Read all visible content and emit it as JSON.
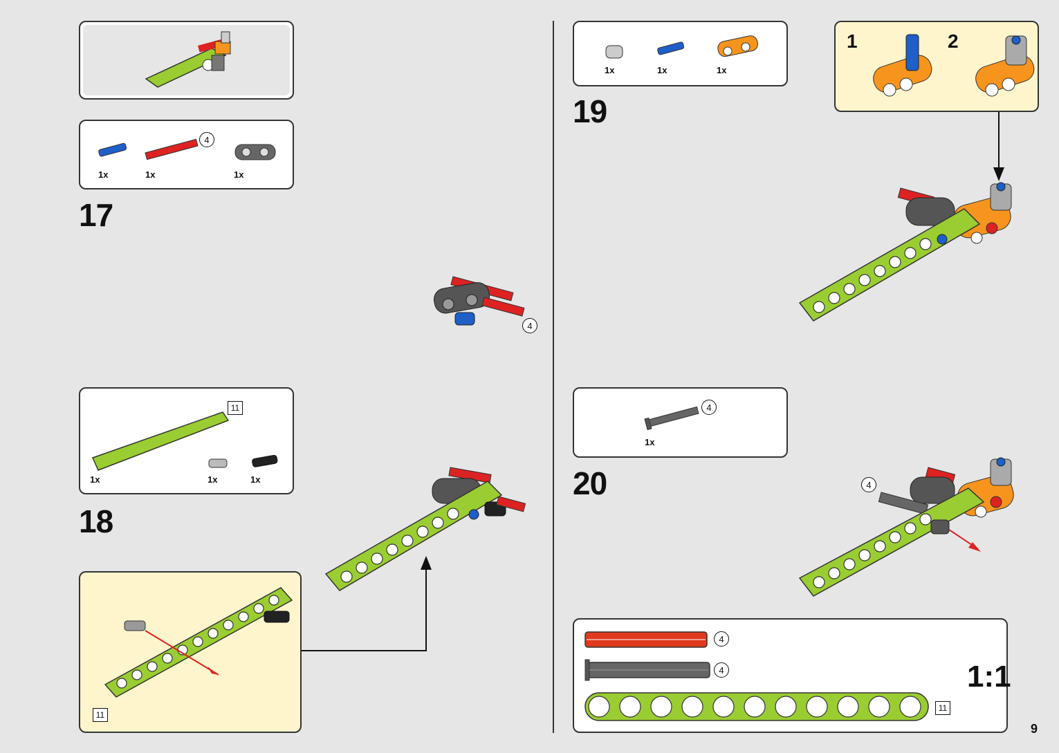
{
  "page_number": "9",
  "steps": [
    {
      "number": "17",
      "parts": [
        {
          "qty": "1x"
        },
        {
          "qty": "1x",
          "count_badge": "4"
        },
        {
          "qty": "1x"
        }
      ],
      "callout": "4"
    },
    {
      "number": "18",
      "parts": [
        {
          "qty": "1x",
          "count_badge": "11"
        },
        {
          "qty": "1x"
        },
        {
          "qty": "1x"
        }
      ],
      "sub_badge": "11"
    },
    {
      "number": "19",
      "parts": [
        {
          "qty": "1x"
        },
        {
          "qty": "1x"
        },
        {
          "qty": "1x"
        }
      ],
      "sub_labels": [
        "1",
        "2"
      ]
    },
    {
      "number": "20",
      "parts": [
        {
          "qty": "1x",
          "count_badge": "4"
        }
      ],
      "callout": "4"
    }
  ],
  "scale_box": {
    "label": "1:1",
    "items": [
      {
        "badge": "4"
      },
      {
        "badge": "4"
      },
      {
        "badge": "11"
      }
    ]
  },
  "colors": {
    "lime": "#9acd32",
    "red": "#d22",
    "blue": "#1e5fc8",
    "orange": "#f7941d",
    "gray": "#666"
  }
}
